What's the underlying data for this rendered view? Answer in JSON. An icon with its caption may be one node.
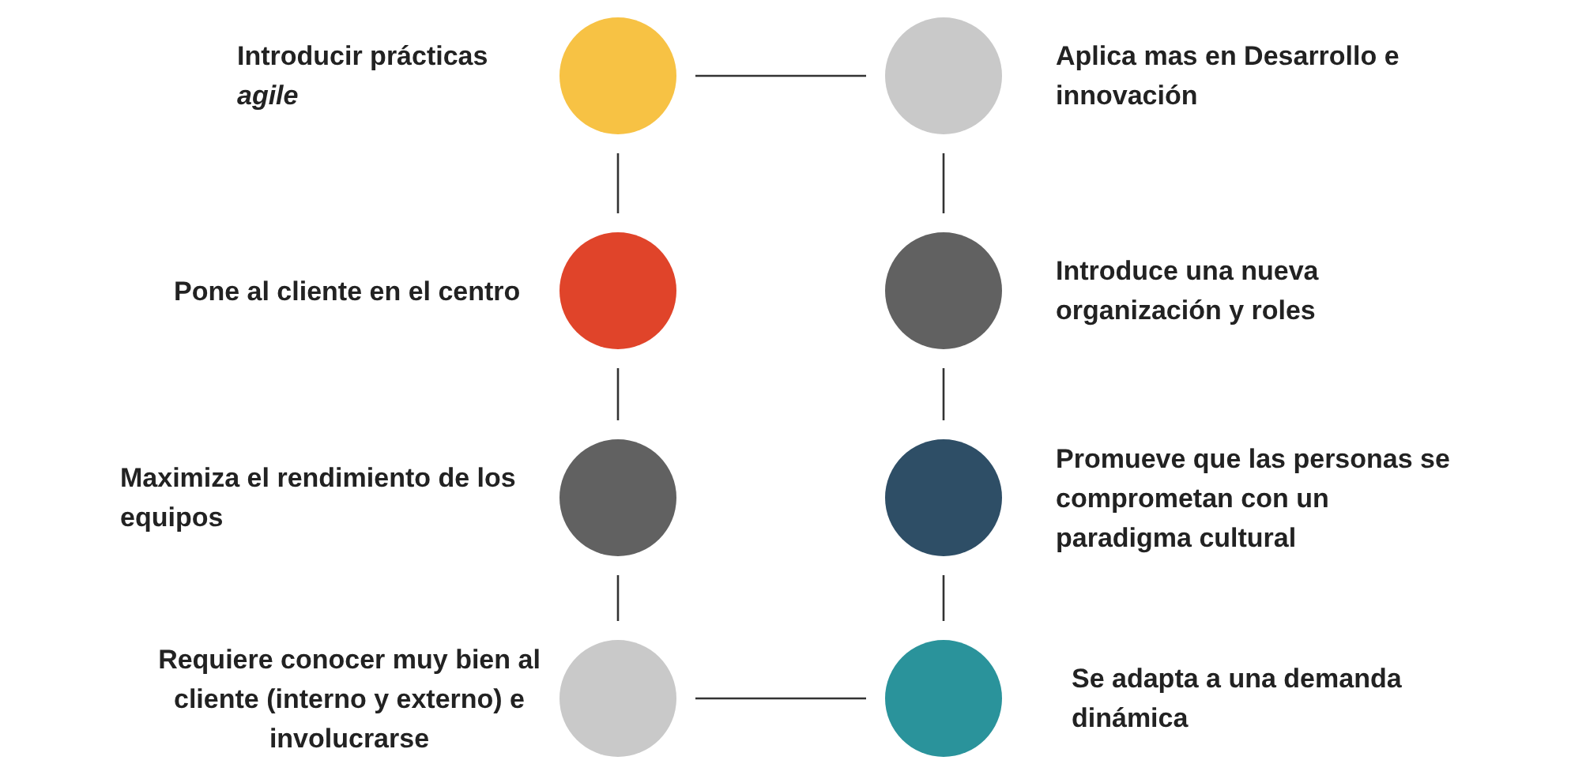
{
  "diagram": {
    "nodes": [
      {
        "text": [],
        "shape": "circle",
        "beside": [
          "Introducir prácticas *agile*"
        ]
      },
      {
        "text": [],
        "shape": "circle",
        "beside": [
          "Aplica mas en Desarrollo e innovación"
        ]
      },
      {
        "text": [],
        "shape": "circle",
        "beside": [
          "Pone al cliente en el centro"
        ]
      },
      {
        "text": [],
        "shape": "circle",
        "beside": [
          "Introduce una nueva organización y roles"
        ]
      },
      {
        "text": [],
        "shape": "circle",
        "beside": [
          "Maximiza el rendimiento de los equipos"
        ]
      },
      {
        "text": [],
        "shape": "circle",
        "beside": [
          "Promueve que las personas se comprometan con un paradigma cultural"
        ]
      },
      {
        "text": [],
        "shape": "circle",
        "beside": [
          "Requiere conocer muy bien al cliente (interno y externo) e involucrarse"
        ]
      },
      {
        "text": [],
        "shape": "circle",
        "beside": [
          "Se adapta a una demanda dinámica"
        ]
      }
    ],
    "edges": [
      {
        "from": 0,
        "to": 1,
        "arrow": "none"
      },
      {
        "from": 0,
        "to": 2,
        "arrow": "none"
      },
      {
        "from": 1,
        "to": 3,
        "arrow": "none"
      },
      {
        "from": 2,
        "to": 4,
        "arrow": "none"
      },
      {
        "from": 3,
        "to": 5,
        "arrow": "none"
      },
      {
        "from": 4,
        "to": 6,
        "arrow": "none"
      },
      {
        "from": 5,
        "to": 7,
        "arrow": "none"
      },
      {
        "from": 6,
        "to": 7,
        "arrow": "none"
      }
    ]
  }
}
